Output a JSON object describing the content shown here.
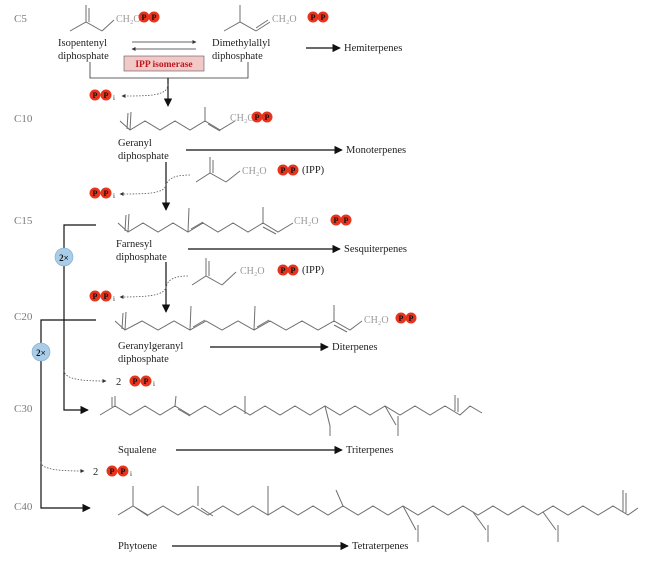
{
  "carbon_labels": [
    "C5",
    "C10",
    "C15",
    "C20",
    "C30",
    "C40"
  ],
  "compounds": {
    "isopentenyl": [
      "Isopentenyl",
      "diphosphate"
    ],
    "dimethylallyl": [
      "Dimethylallyl",
      "diphosphate"
    ],
    "geranyl": [
      "Geranyl",
      "diphosphate"
    ],
    "farnesyl": [
      "Farnesyl",
      "diphosphate"
    ],
    "geranylgeranyl": [
      "Geranylgeranyl",
      "diphosphate"
    ],
    "squalene": "Squalene",
    "phytoene": "Phytoene"
  },
  "products": [
    "Hemiterpenes",
    "Monoterpenes",
    "Sesquiterpenes",
    "Diterpenes",
    "Triterpenes",
    "Tetraterpenes"
  ],
  "enzyme": "IPP isomerase",
  "ipp_tag": "(IPP)",
  "ch2o": "CH₂O",
  "phosphate_glyph": "P",
  "ppi_sub": "i",
  "multiplier_badge": "2×",
  "multiplier_2": "2",
  "colors": {
    "phosphate": "#e8341c",
    "enzyme_bg": "#f2c9c7",
    "enzyme_text": "#c0171f",
    "badge": "#a9cde9"
  }
}
